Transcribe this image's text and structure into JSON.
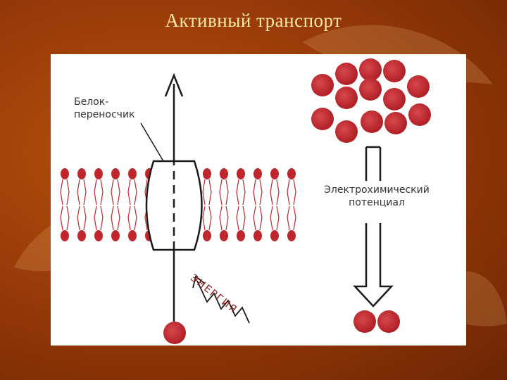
{
  "slide": {
    "title": "Активный транспорт"
  },
  "diagram": {
    "carrier_label_line1": "Белок-",
    "carrier_label_line2": "переносчик",
    "potential_label_line1": "Электрохимический",
    "potential_label_line2": "потенциал",
    "energy_label": "ЭНЕРГИЯ",
    "colors": {
      "particle": "#c0272d",
      "line": "#1a1a1a",
      "background": "#9a3c08",
      "title": "#ffe9a8"
    }
  }
}
